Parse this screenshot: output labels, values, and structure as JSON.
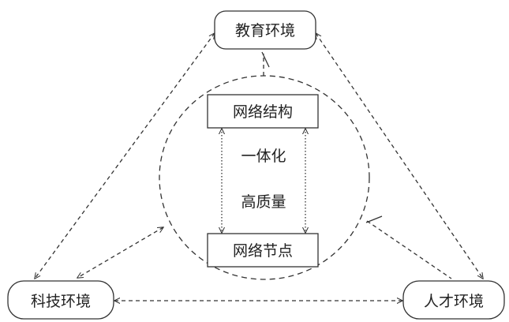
{
  "nodes": {
    "education": "教育环境",
    "technology": "科技环境",
    "talent": "人才环境"
  },
  "center": {
    "structure": "网络结构",
    "nodes": "网络节点",
    "integration": "一体化",
    "quality": "高质量"
  },
  "colors": {
    "stroke": "#333333",
    "text": "#222222",
    "background": "#ffffff"
  }
}
